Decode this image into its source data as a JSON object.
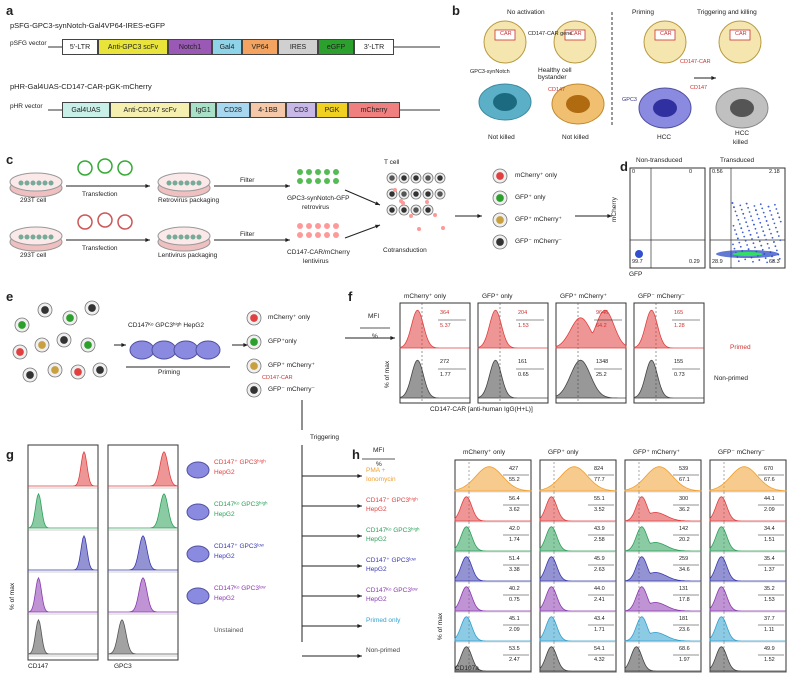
{
  "panel_a": {
    "letter": "a",
    "construct1_title": "pSFG-GPC3-synNotch-Gal4VP64-IRES-eGFP",
    "construct1_vector": "pSFG vector",
    "construct1_parts": [
      {
        "label": "5'-LTR",
        "color": "#ffffff"
      },
      {
        "label": "Anti-GPC3 scFv",
        "color": "#e8e43a"
      },
      {
        "label": "Notch1",
        "color": "#9b59b6"
      },
      {
        "label": "Gal4",
        "color": "#8fd3e8"
      },
      {
        "label": "VP64",
        "color": "#f4a460"
      },
      {
        "label": "IRES",
        "color": "#d0d0d0"
      },
      {
        "label": "eGFP",
        "color": "#2ca02c"
      },
      {
        "label": "3'-LTR",
        "color": "#ffffff"
      }
    ],
    "construct2_title": "pHR-Gal4UAS-CD147-CAR-pGK-mCherry",
    "construct2_vector": "pHR vector",
    "construct2_parts": [
      {
        "label": "Gal4UAS",
        "color": "#c8f0e8"
      },
      {
        "label": "Anti-CD147 scFv",
        "color": "#f5f0b0"
      },
      {
        "label": "IgG1",
        "color": "#a8e0c8"
      },
      {
        "label": "CD28",
        "color": "#a8d8f0"
      },
      {
        "label": "4-1BB",
        "color": "#f4c8a8"
      },
      {
        "label": "CD3",
        "color": "#c8b8e8"
      },
      {
        "label": "PGK",
        "color": "#f0d020"
      },
      {
        "label": "mCherry",
        "color": "#f08080"
      }
    ]
  },
  "panel_b": {
    "letter": "b",
    "no_activation": "No activation",
    "priming": "Priming",
    "triggering": "Triggering and killing",
    "car_gene": "CD147-CAR gene",
    "car": "CAR",
    "gpc3_synnotch": "GPC3-synNotch",
    "healthy": "Healthy cell bystander",
    "cd147": "CD147",
    "cd147_car": "CD147-CAR",
    "gpc3": "GPC3",
    "hcc": "HCC",
    "not_killed_1": "Not killed",
    "not_killed_2": "Not killed",
    "hcc_killed_1": "HCC",
    "hcc_killed_2": "killed"
  },
  "panel_c": {
    "letter": "c",
    "cell_293t_1": "293T cell",
    "cell_293t_2": "293T cell",
    "transfection_1": "Transfection",
    "transfection_2": "Transfection",
    "retro": "Retrovirus packaging",
    "lenti": "Lentivirus packaging",
    "filter_1": "Filter",
    "filter_2": "Filter",
    "gpc3_virus_1": "GPC3-synNotch-GFP",
    "gpc3_virus_2": "retrovirus",
    "cd147_virus_1": "CD147-CAR/mCherry",
    "cd147_virus_2": "lentivirus",
    "tcell": "T cell",
    "cotrans": "Cotransduction",
    "legend": [
      "mCherry⁺ only",
      "GFP⁺ only",
      "GFP⁺ mCherry⁺",
      "GFP⁻ mCherry⁻"
    ]
  },
  "panel_d": {
    "letter": "d",
    "non_title": "Non-transduced",
    "trans_title": "Transduced",
    "non_q": [
      "0",
      "0",
      "99.7",
      "0.29"
    ],
    "trans_q": [
      "0.56",
      "2.18",
      "28.9",
      "68.3"
    ],
    "xlabel": "GFP",
    "ylabel": "mCherry"
  },
  "panel_e": {
    "letter": "e",
    "target": "CD147ᴷᵒ GPC3ʰⁱᵍʰ HepG2",
    "priming": "Priming",
    "out": [
      "mCherry⁺ only",
      "GFP⁺only",
      "GFP⁺ mCherry⁺",
      "GFP⁻ mCherry⁻"
    ],
    "cd147_car": "CD147-CAR"
  },
  "panel_f": {
    "letter": "f",
    "mfi": "MFI",
    "pct": "%",
    "titles": [
      "mCherry⁺ only",
      "GFP⁺ only",
      "GFP⁺ mCherry⁺",
      "GFP⁻ mCherry⁻"
    ],
    "primed_mfi": [
      "364",
      "204",
      "9646",
      "165"
    ],
    "primed_pct": [
      "5.37",
      "1.53",
      "64.2",
      "1.28"
    ],
    "non_mfi": [
      "272",
      "161",
      "1348",
      "155"
    ],
    "non_pct": [
      "1.77",
      "0.65",
      "25.2",
      "0.73"
    ],
    "primed_label": "Primed",
    "non_label": "Non-primed",
    "xlabel": "CD147-CAR [anti-human IgG(H+L)]",
    "ylabel": "% of max"
  },
  "panel_g": {
    "letter": "g",
    "rows": [
      {
        "label1": "CD147⁺ GPC3ʰⁱᵍʰ",
        "label2": "HepG2",
        "color": "#e04040",
        "cd147": 0.8,
        "gpc3": 0.8
      },
      {
        "label1": "CD147ᴷᵒ GPC3ʰⁱᵍʰ",
        "label2": "HepG2",
        "color": "#2ca05a",
        "cd147": 0.15,
        "gpc3": 0.8
      },
      {
        "label1": "CD147⁺ GPC3ˡᵒʷ",
        "label2": "HepG2",
        "color": "#3a3ab0",
        "cd147": 0.8,
        "gpc3": 0.5
      },
      {
        "label1": "CD147ᴷᵒ GPC3ˡᵒʷ",
        "label2": "HepG2",
        "color": "#8a3ab0",
        "cd147": 0.15,
        "gpc3": 0.5
      },
      {
        "label1": "Unstained",
        "label2": "",
        "color": "#555555",
        "cd147": 0.15,
        "gpc3": 0.2
      }
    ],
    "xlabel1": "CD147",
    "xlabel2": "GPC3",
    "ylabel": "% of max"
  },
  "panel_h": {
    "letter": "h",
    "triggering": "Triggering",
    "mfi": "MFI",
    "pct": "%",
    "titles": [
      "mCherry⁺ only",
      "GFP⁺ only",
      "GFP⁺ mCherry⁺",
      "GFP⁻ mCherry⁻"
    ],
    "rows": [
      {
        "l1": "PMA +",
        "l2": "Ionomycin",
        "color": "#f0a030",
        "mfi": [
          "427",
          "824",
          "539",
          "670"
        ],
        "pct": [
          "55.2",
          "77.7",
          "67.1",
          "67.6"
        ]
      },
      {
        "l1": "CD147⁺ GPC3ʰⁱᵍʰ",
        "l2": "HepG2",
        "color": "#e04040",
        "mfi": [
          "56.4",
          "55.1",
          "300",
          "44.1"
        ],
        "pct": [
          "3.62",
          "3.52",
          "36.2",
          "2.09"
        ]
      },
      {
        "l1": "CD147ᴷᵒ GPC3ʰⁱᵍʰ",
        "l2": "HepG2",
        "color": "#2ca05a",
        "mfi": [
          "42.0",
          "43.9",
          "142",
          "34.4"
        ],
        "pct": [
          "1.74",
          "2.58",
          "20.2",
          "1.51"
        ]
      },
      {
        "l1": "CD147⁺ GPC3ˡᵒʷ",
        "l2": "HepG2",
        "color": "#3a3ab0",
        "mfi": [
          "51.4",
          "45.9",
          "259",
          "35.4"
        ],
        "pct": [
          "3.38",
          "2.63",
          "34.6",
          "1.37"
        ]
      },
      {
        "l1": "CD147ᴷᵒ GPC3ˡᵒʷ",
        "l2": "HepG2",
        "color": "#8a3ab0",
        "mfi": [
          "40.2",
          "44.0",
          "131",
          "35.2"
        ],
        "pct": [
          "0.75",
          "2.41",
          "17.8",
          "1.53"
        ]
      },
      {
        "l1": "Primed only",
        "l2": "",
        "color": "#30a0d0",
        "mfi": [
          "45.1",
          "43.4",
          "181",
          "37.7"
        ],
        "pct": [
          "2.09",
          "1.71",
          "23.6",
          "1.11"
        ]
      },
      {
        "l1": "Non-primed",
        "l2": "",
        "color": "#444444",
        "mfi": [
          "53.5",
          "54.1",
          "68.6",
          "49.9"
        ],
        "pct": [
          "2.47",
          "4.32",
          "1.97",
          "1.52"
        ]
      }
    ],
    "xlabel": "CD107a",
    "ylabel": "% of max"
  }
}
